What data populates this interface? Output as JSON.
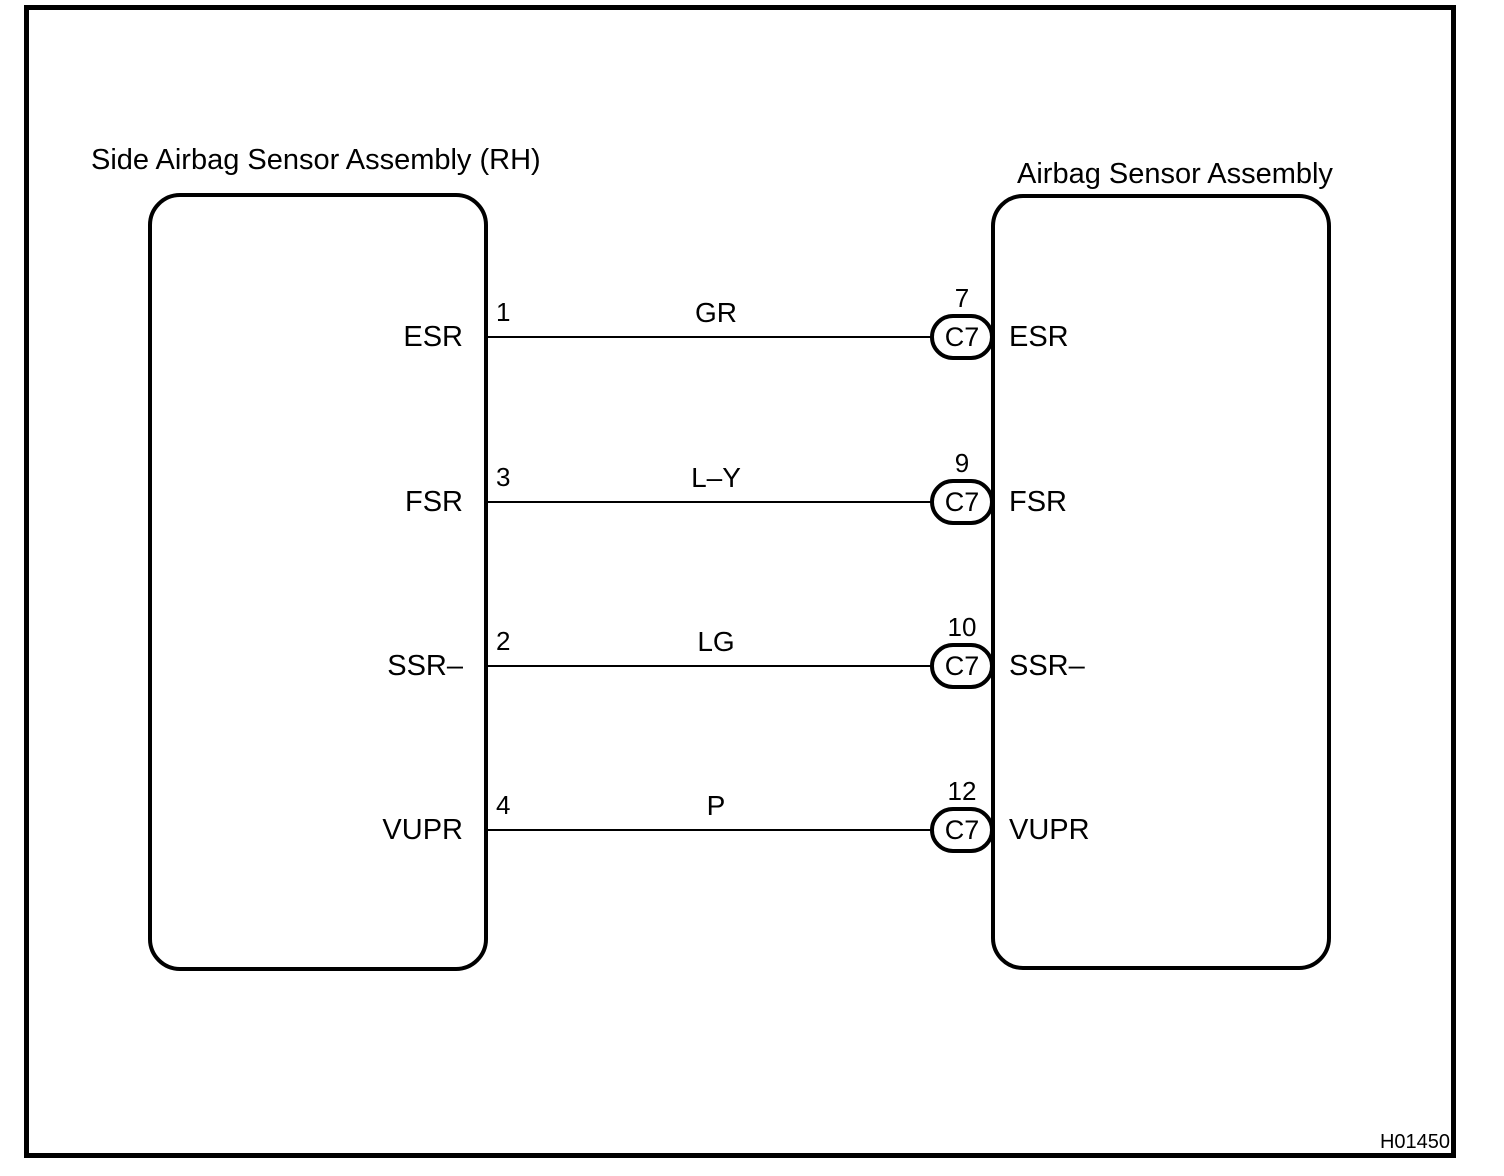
{
  "diagram": {
    "left_box": {
      "title": "Side Airbag Sensor Assembly (RH)"
    },
    "right_box": {
      "title": "Airbag Sensor Assembly"
    },
    "connections": [
      {
        "left_label": "ESR",
        "left_pin": "1",
        "wire_color_code": "GR",
        "right_pin": "7",
        "right_connector": "C7",
        "right_label": "ESR"
      },
      {
        "left_label": "FSR",
        "left_pin": "3",
        "wire_color_code": "L–Y",
        "right_pin": "9",
        "right_connector": "C7",
        "right_label": "FSR"
      },
      {
        "left_label": "SSR–",
        "left_pin": "2",
        "wire_color_code": "LG",
        "right_pin": "10",
        "right_connector": "C7",
        "right_label": "SSR–"
      },
      {
        "left_label": "VUPR",
        "left_pin": "4",
        "wire_color_code": "P",
        "right_pin": "12",
        "right_connector": "C7",
        "right_label": "VUPR"
      }
    ],
    "figure_id": "H01450",
    "colors": {
      "line": "#000000",
      "background": "#ffffff"
    }
  }
}
